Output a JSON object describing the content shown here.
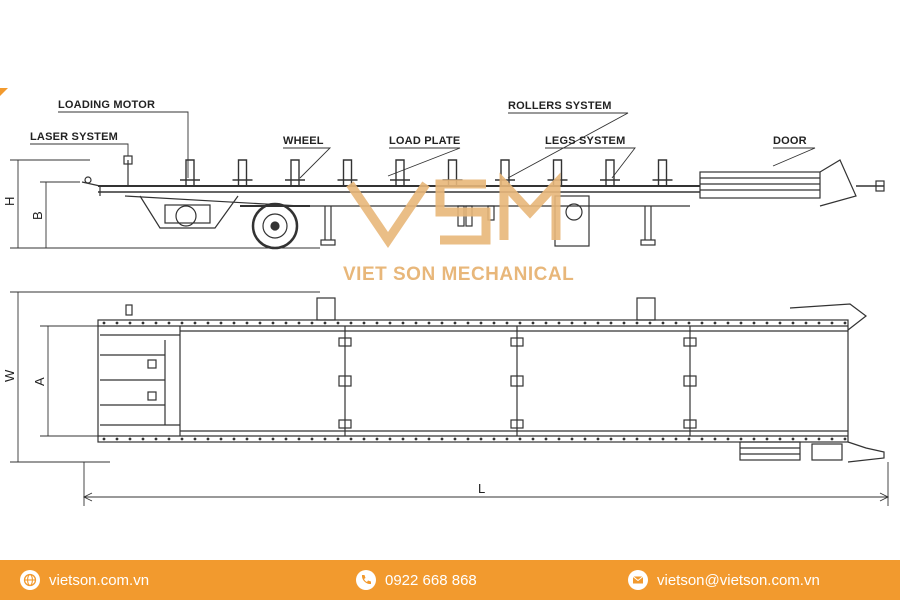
{
  "labels": {
    "loading_motor": "LOADING MOTOR",
    "laser_system": "LASER SYSTEM",
    "wheel": "WHEEL",
    "load_plate": "LOAD PLATE",
    "rollers_system": "ROLLERS SYSTEM",
    "legs_system": "LEGS SYSTEM",
    "door": "DOOR"
  },
  "dimensions": {
    "h": "H",
    "b": "B",
    "w": "W",
    "a": "A",
    "l": "L"
  },
  "watermark": {
    "logo_text": "VSM",
    "company": "VIET SON MECHANICAL"
  },
  "footer": {
    "website": "vietson.com.vn",
    "phone": "0922 668 868",
    "email": "vietson@vietson.com.vn"
  },
  "colors": {
    "accent": "#f29a2e",
    "watermark": "#e8b77a",
    "line": "#333333"
  },
  "icons": {
    "website": "globe-icon",
    "phone": "phone-icon",
    "email": "envelope-icon"
  }
}
